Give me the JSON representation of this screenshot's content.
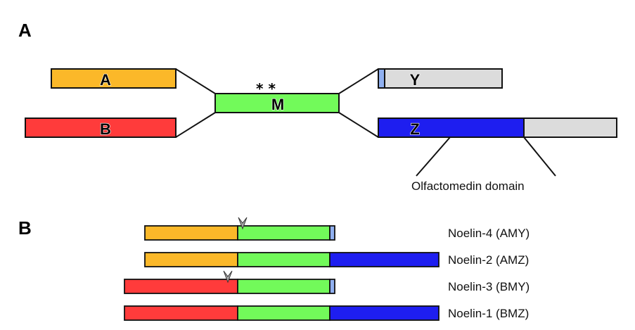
{
  "panels": {
    "a": {
      "label": "A",
      "domains": {
        "A": {
          "label": "A",
          "color": "#FBB829"
        },
        "B": {
          "label": "B",
          "color": "#FF3B3B"
        },
        "M": {
          "label": "M",
          "color": "#72FA5A"
        },
        "Y": {
          "label": "Y",
          "color": "#DCDCDC",
          "cap_color": "#90B0F0"
        },
        "Z": {
          "label": "Z",
          "color": "#1E1EF0",
          "tail_color": "#DCDCDC"
        }
      },
      "asterisks": "* *",
      "annotation": "Olfactomedin domain"
    },
    "b": {
      "label": "B",
      "rows": [
        {
          "name": "Noelin-4 (AMY)",
          "segments": [
            "A",
            "M",
            "Y"
          ],
          "arrow": true
        },
        {
          "name": "Noelin-2 (AMZ)",
          "segments": [
            "A",
            "M",
            "Z"
          ],
          "arrow": false
        },
        {
          "name": "Noelin-3 (BMY)",
          "segments": [
            "B",
            "M",
            "Y"
          ],
          "arrow": true
        },
        {
          "name": "Noelin-1 (BMZ)",
          "segments": [
            "B",
            "M",
            "Z"
          ],
          "arrow": false
        }
      ]
    }
  },
  "colors": {
    "A": "#FBB829",
    "B": "#FF3B3B",
    "M": "#72FA5A",
    "Y": "#90B0F0",
    "Z": "#1E1EF0",
    "arrow": "#A8A8A8",
    "outline": "#111111"
  }
}
